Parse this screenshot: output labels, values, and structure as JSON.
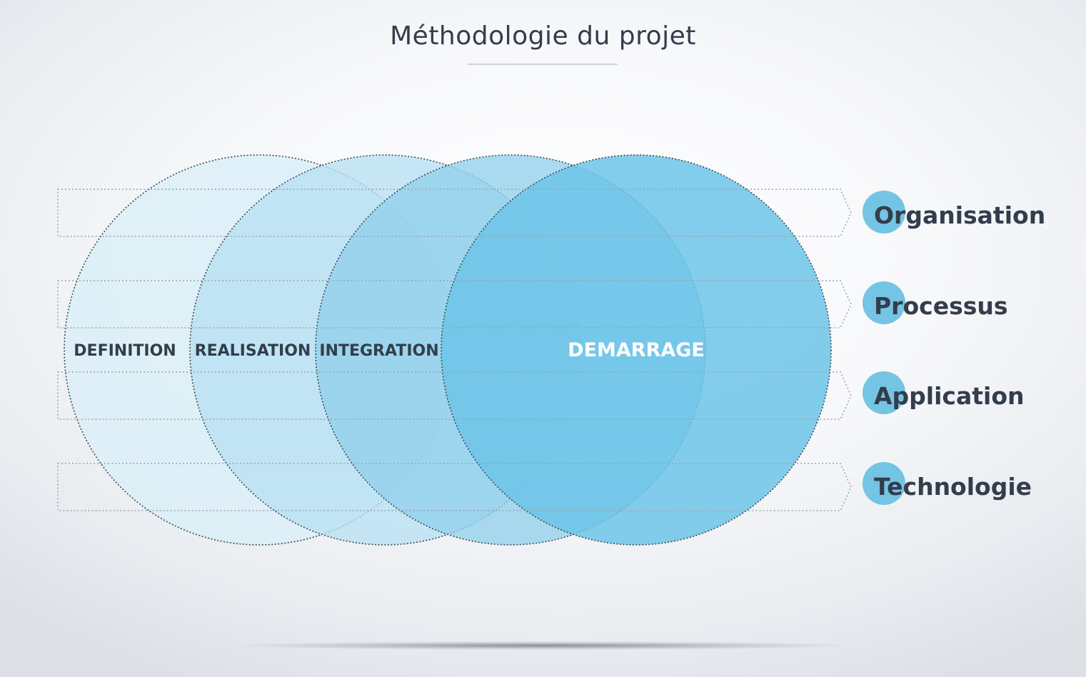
{
  "title": "Méthodologie du projet",
  "phases": [
    {
      "label": "DEFINITION",
      "fill": "#dbeef7",
      "opacity": 0.85
    },
    {
      "label": "REALISATION",
      "fill": "#b7e0f2",
      "opacity": 0.78
    },
    {
      "label": "INTEGRATION",
      "fill": "#92d0ec",
      "opacity": 0.78
    },
    {
      "label": "DEMARRAGE",
      "fill": "#6cc4e8",
      "opacity": 0.85
    }
  ],
  "layers": [
    {
      "label": "Organisation"
    },
    {
      "label": "Processus"
    },
    {
      "label": "Application"
    },
    {
      "label": "Technologie"
    }
  ],
  "colors": {
    "text_dark": "#333d4b",
    "accent": "#74c4e4",
    "phase_label_highlight": "#ffffff"
  }
}
